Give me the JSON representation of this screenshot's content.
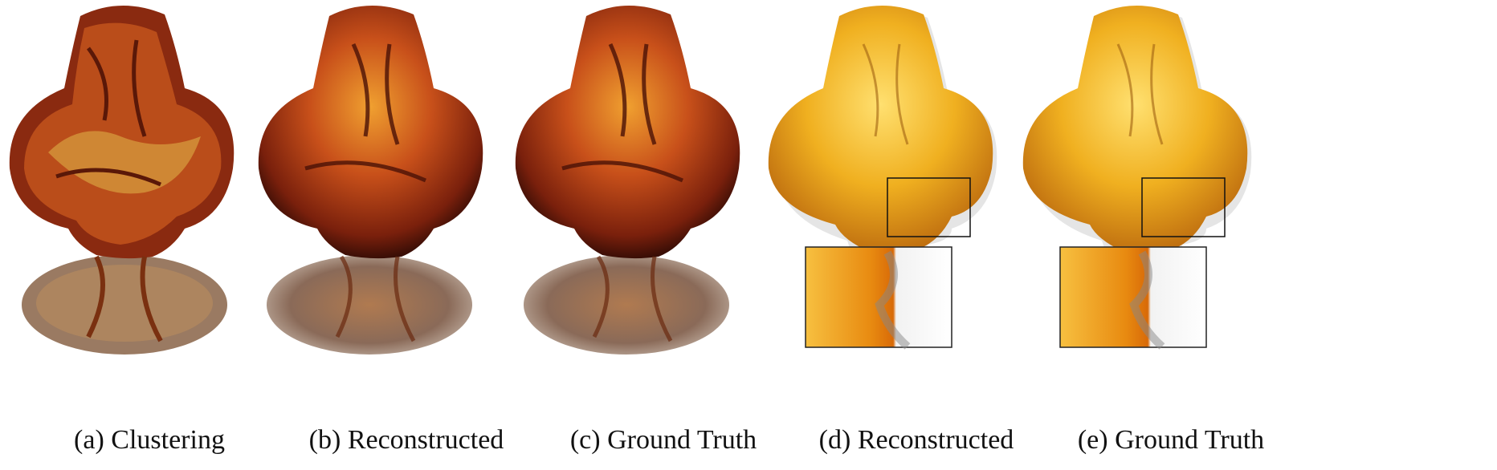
{
  "figure": {
    "panels": [
      {
        "id": "a",
        "caption": "(a) Clustering",
        "style": "clustering"
      },
      {
        "id": "b",
        "caption": "(b) Reconstructed",
        "style": "dark"
      },
      {
        "id": "c",
        "caption": "(c) Ground Truth",
        "style": "dark"
      },
      {
        "id": "d",
        "caption": "(d) Reconstructed",
        "style": "light",
        "zoom_inset": true
      },
      {
        "id": "e",
        "caption": "(e) Ground Truth",
        "style": "light",
        "zoom_inset": true
      }
    ]
  }
}
